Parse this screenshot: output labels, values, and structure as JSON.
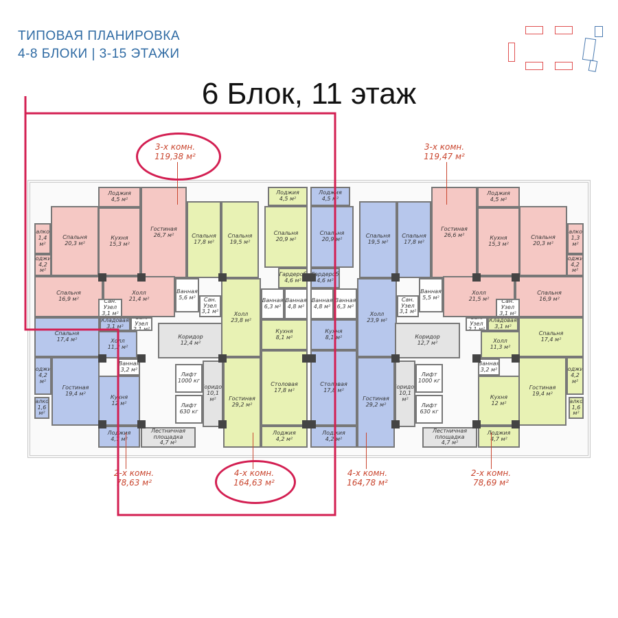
{
  "header": {
    "line1": "ТИПОВАЯ ПЛАНИРОВКА",
    "line2": "4-8 БЛОКИ | 3-15 ЭТАЖИ"
  },
  "title": "6 Блок, 11 этаж",
  "colors": {
    "header": "#2e6aa3",
    "highlight": "#d31f52",
    "annotation": "#c9452e",
    "pink": "#f5c8c4",
    "blue": "#b7c7ec",
    "yellow": "#e8f2b4"
  },
  "apartments": [
    {
      "rooms": "3-х комн.",
      "area": "119,38 м²",
      "highlighted": true
    },
    {
      "rooms": "3-х комн.",
      "area": "119,47 м²",
      "highlighted": false
    },
    {
      "rooms": "2-х комн.",
      "area": "78,63 м²",
      "highlighted": false
    },
    {
      "rooms": "4-х комн.",
      "area": "164,63 м²",
      "highlighted": true
    },
    {
      "rooms": "4-х комн.",
      "area": "164,78 м²",
      "highlighted": false
    },
    {
      "rooms": "2-х комн.",
      "area": "78,69 м²",
      "highlighted": false
    }
  ],
  "rooms": [
    {
      "name": "Балкон",
      "area": "1,4 м²"
    },
    {
      "name": "Лоджия",
      "area": "4,2 м²"
    },
    {
      "name": "Спальня",
      "area": "20,3 м²"
    },
    {
      "name": "Лоджия",
      "area": "4,5 м²"
    },
    {
      "name": "Кухня",
      "area": "15,3 м²"
    },
    {
      "name": "Гостиная",
      "area": "26,7 м²"
    },
    {
      "name": "Спальня",
      "area": "16,9 м²"
    },
    {
      "name": "Холл",
      "area": "21,4 м²"
    },
    {
      "name": "Ванная",
      "area": "5,6 м²"
    },
    {
      "name": "Сан. Узел",
      "area": "3,1 м²"
    },
    {
      "name": "Спальня",
      "area": "17,4 м²"
    },
    {
      "name": "Кладовая",
      "area": "3,1 м²"
    },
    {
      "name": "Сан. Узел",
      "area": "2,1 м²"
    },
    {
      "name": "Холл",
      "area": "11,2 м²"
    },
    {
      "name": "Лоджия",
      "area": "4,2 м²"
    },
    {
      "name": "Балкон",
      "area": "1,6 м²"
    },
    {
      "name": "Гостиная",
      "area": "19,4 м²"
    },
    {
      "name": "Ванная",
      "area": "3,2 м²"
    },
    {
      "name": "Кухня",
      "area": "12 м²"
    },
    {
      "name": "Лоджия",
      "area": "4,7 м²"
    },
    {
      "name": "Коридор",
      "area": "12,4 м²"
    },
    {
      "name": "Лифт",
      "area": "1000 кг"
    },
    {
      "name": "Лифт",
      "area": "630 кг"
    },
    {
      "name": "Коридор",
      "area": "10,1 м²"
    },
    {
      "name": "Лестничная площадка",
      "area": "4,7 м²"
    },
    {
      "name": "Спальня",
      "area": "17,8 м²"
    },
    {
      "name": "Спальня",
      "area": "19,5 м²"
    },
    {
      "name": "Лоджия",
      "area": "4,5 м²"
    },
    {
      "name": "Спальня",
      "area": "20,9 м²"
    },
    {
      "name": "Гардероб",
      "area": "4,6 м²"
    },
    {
      "name": "Сан. Узел",
      "area": "3,1 м²"
    },
    {
      "name": "Холл",
      "area": "23,8 м²"
    },
    {
      "name": "Ванная",
      "area": "6,3 м²"
    },
    {
      "name": "Ванная",
      "area": "4,8 м²"
    },
    {
      "name": "Кухня",
      "area": "8,1 м²"
    },
    {
      "name": "Столовая",
      "area": "17,8 м²"
    },
    {
      "name": "Гостиная",
      "area": "29,2 м²"
    },
    {
      "name": "Лоджия",
      "area": "4,2 м²"
    },
    {
      "name": "Спальня",
      "area": "17,8 м²"
    },
    {
      "name": "Спальня",
      "area": "19,5 м²"
    },
    {
      "name": "Лоджия",
      "area": "4,5 м²"
    },
    {
      "name": "Спальня",
      "area": "20,9 м²"
    },
    {
      "name": "Гардероб",
      "area": "4,6 м²"
    },
    {
      "name": "Сан. Узел",
      "area": "3,1 м²"
    },
    {
      "name": "Холл",
      "area": "23,9 м²"
    },
    {
      "name": "Ванная",
      "area": "6,3 м²"
    },
    {
      "name": "Ванная",
      "area": "4,8 м²"
    },
    {
      "name": "Кухня",
      "area": "8,1 м²"
    },
    {
      "name": "Столовая",
      "area": "17,8 м²"
    },
    {
      "name": "Гостиная",
      "area": "29,2 м²"
    },
    {
      "name": "Лоджия",
      "area": "4,2 м²"
    },
    {
      "name": "Коридор",
      "area": "12,7 м²"
    },
    {
      "name": "Лифт",
      "area": "1000 кг"
    },
    {
      "name": "Лифт",
      "area": "630 кг"
    },
    {
      "name": "Коридор",
      "area": "10,1 м²"
    },
    {
      "name": "Лестничная площадка",
      "area": "4,7 м²"
    },
    {
      "name": "Спальня",
      "area": "17,4 м²"
    },
    {
      "name": "Кладовая",
      "area": "3,1 м²"
    },
    {
      "name": "Сан. Узел",
      "area": "2,1 м²"
    },
    {
      "name": "Холл",
      "area": "11,3 м²"
    },
    {
      "name": "Лоджия",
      "area": "4,2 м²"
    },
    {
      "name": "Балкон",
      "area": "1,6 м²"
    },
    {
      "name": "Гостиная",
      "area": "19,4 м²"
    },
    {
      "name": "Ванная",
      "area": "3,2 м²"
    },
    {
      "name": "Кухня",
      "area": "12 м²"
    },
    {
      "name": "Лоджия",
      "area": "4,7 м²"
    },
    {
      "name": "Балкон",
      "area": "1,3 м²"
    },
    {
      "name": "Лоджия",
      "area": "4,2 м²"
    },
    {
      "name": "Спальня",
      "area": "20,3 м²"
    },
    {
      "name": "Лоджия",
      "area": "4,5 м²"
    },
    {
      "name": "Кухня",
      "area": "15,3 м²"
    },
    {
      "name": "Гостиная",
      "area": "26,6 м²"
    },
    {
      "name": "Спальня",
      "area": "16,9 м²"
    },
    {
      "name": "Холл",
      "area": "21,5 м²"
    },
    {
      "name": "Ванная",
      "area": "5,5 м²"
    },
    {
      "name": "Сан. Узел",
      "area": "3,1 м²"
    }
  ]
}
